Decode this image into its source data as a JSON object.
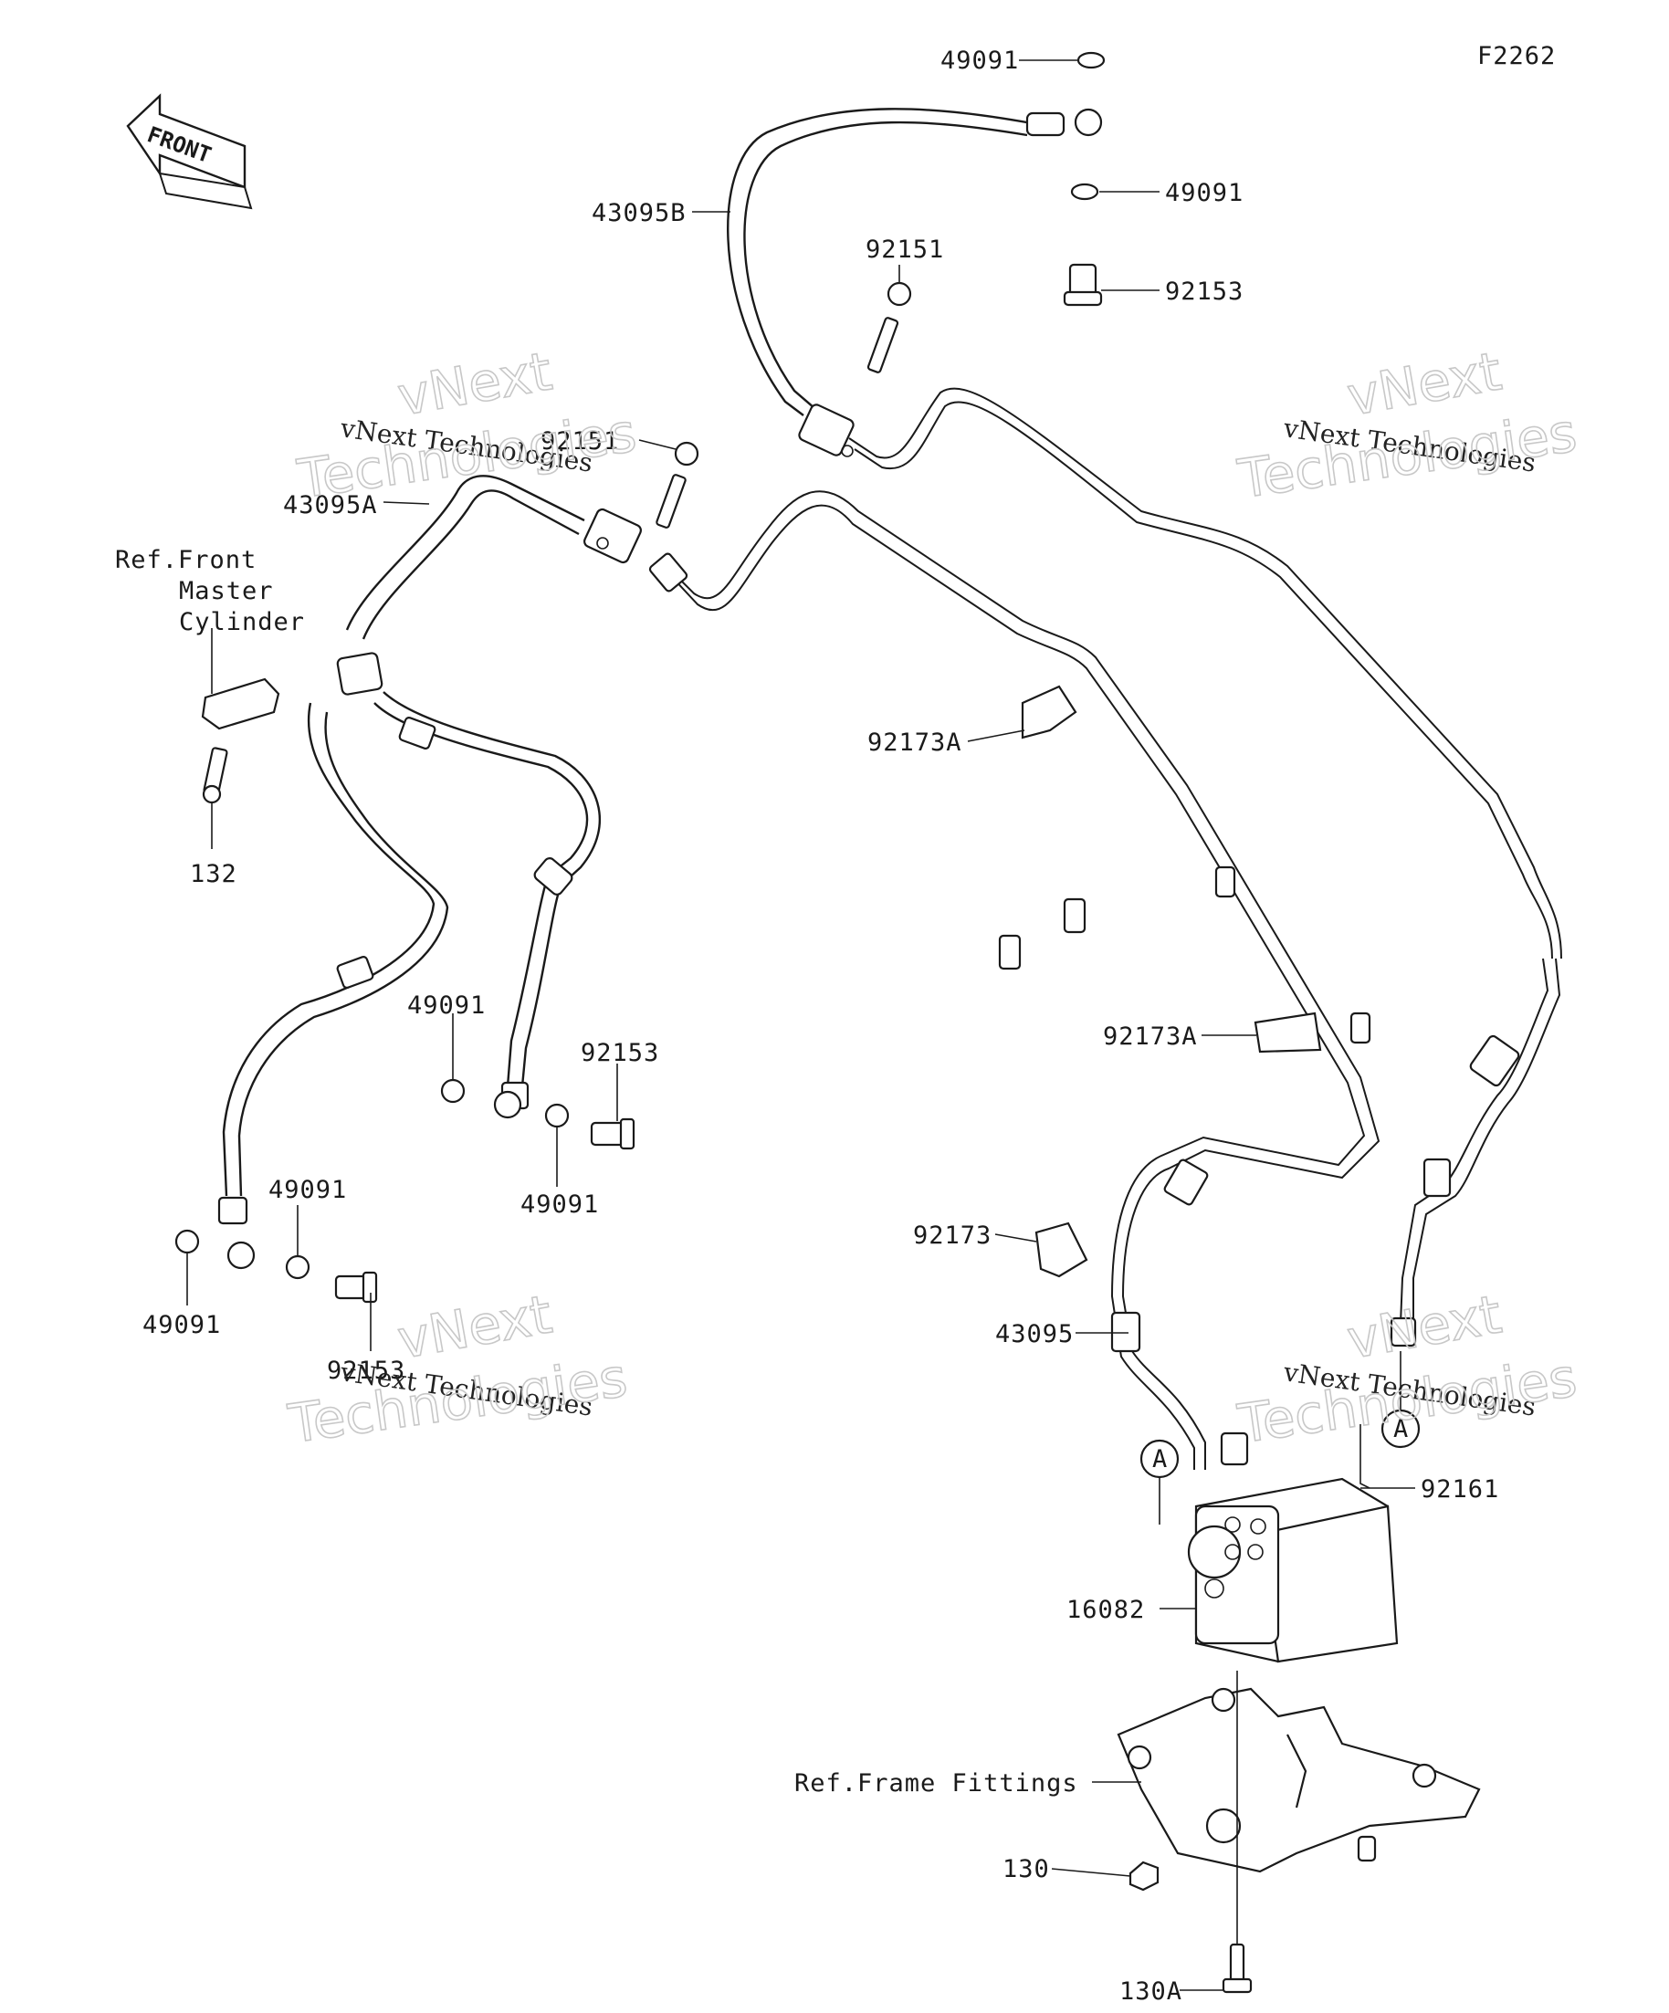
{
  "figure_code": "F2262",
  "front_label": "FRONT",
  "watermark": {
    "top_line": "vNext",
    "mid_line": "vNext Technologies",
    "big_line": "Technologies"
  },
  "part_labels": {
    "l49091_top": "49091",
    "l49091_top2": "49091",
    "l92153_top": "92153",
    "l43095B": "43095B",
    "l92151_a": "92151",
    "l92151_b": "92151",
    "l43095A": "43095A",
    "ref_front_1": "Ref.Front",
    "ref_front_2": "Master",
    "ref_front_3": "Cylinder",
    "l132": "132",
    "l92173A_a": "92173A",
    "l92173A_b": "92173A",
    "l49091_mid": "49091",
    "l92153_mid": "92153",
    "l49091_mid2": "49091",
    "l49091_low": "49091",
    "l49091_low2": "49091",
    "l92153_low": "92153",
    "l92173": "92173",
    "l43095": "43095",
    "l92161": "92161",
    "l16082": "16082",
    "ref_frame": "Ref.Frame Fittings",
    "l130": "130",
    "l130A": "130A",
    "marker_a1": "A",
    "marker_a2": "A"
  }
}
